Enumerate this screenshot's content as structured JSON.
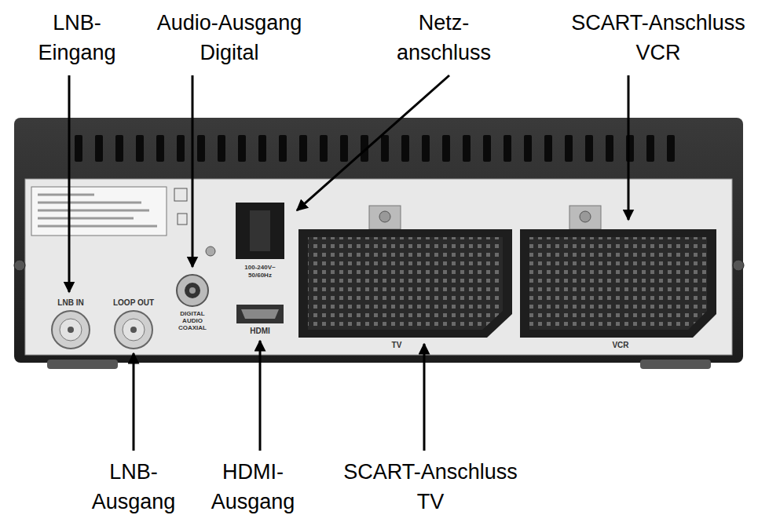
{
  "diagram": {
    "labels": [
      "LNB- Eingang",
      "Audio-Ausgang Digital",
      "Netz- anschluss",
      "SCART-Anschluss VCR",
      "LNB- Ausgang",
      "HDMI- Ausgang",
      "SCART-Anschluss TV",
      "LNB IN",
      "LOOP OUT",
      "DIGITAL AUDIO COAXIAL",
      "100-240V~ 50/60Hz",
      "HDMI",
      "TV",
      "VCR"
    ]
  }
}
